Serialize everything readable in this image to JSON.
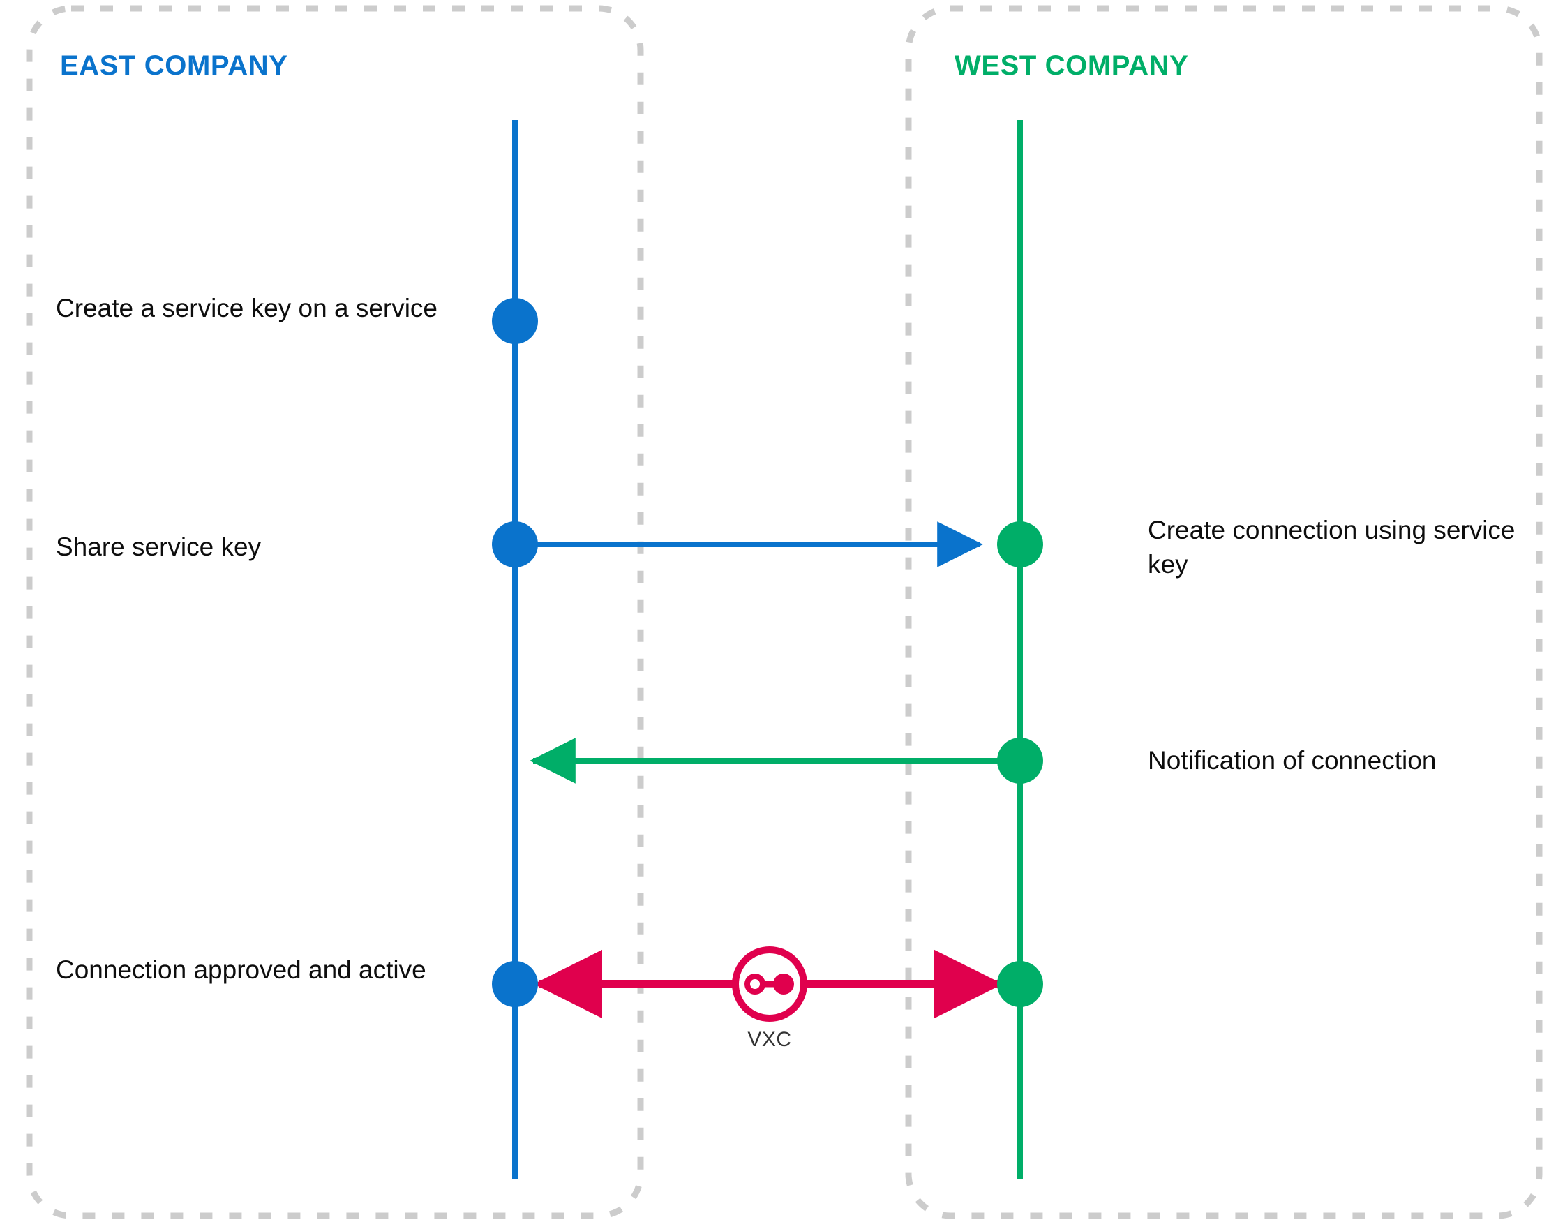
{
  "diagram": {
    "title_hidden": "",
    "colors": {
      "east": "#0a73cc",
      "west": "#00ae68",
      "vxc": "#e0004d",
      "dashed_border": "#cccccc",
      "text": "#0d0d0d",
      "caption": "#333333"
    },
    "lanes": [
      {
        "id": "east",
        "label": "EAST COMPANY",
        "color": "#0a73cc"
      },
      {
        "id": "west",
        "label": "WEST COMPANY",
        "color": "#00ae68"
      }
    ],
    "steps": [
      {
        "id": "step1",
        "side": "left",
        "label": "Create a service key on a service"
      },
      {
        "id": "step2",
        "side": "left",
        "label": "Share service key"
      },
      {
        "id": "step2r",
        "side": "right",
        "label": "Create connection using service key"
      },
      {
        "id": "step3",
        "side": "right",
        "label": "Notification of connection"
      },
      {
        "id": "step4",
        "side": "left",
        "label": "Connection approved and active"
      }
    ],
    "connector": {
      "icon": "vxc-icon",
      "caption": "VXC"
    },
    "arrows": [
      {
        "id": "arrow-share-key",
        "direction": "east-to-west",
        "color": "#0a73cc"
      },
      {
        "id": "arrow-notify",
        "direction": "west-to-east",
        "color": "#00ae68"
      },
      {
        "id": "arrow-vxc-left",
        "direction": "west-to-east",
        "color": "#e0004d"
      },
      {
        "id": "arrow-vxc-right",
        "direction": "east-to-west",
        "color": "#e0004d"
      }
    ]
  }
}
